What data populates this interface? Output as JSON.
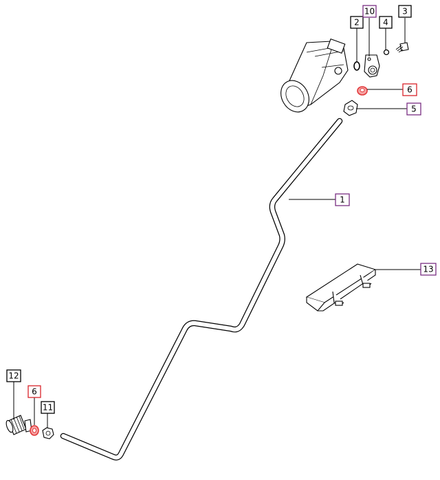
{
  "colors": {
    "label_border_black": "#000000",
    "label_border_purple": "#7a2e83",
    "label_border_red": "#d9222a",
    "highlight_red": "#e2393b"
  },
  "labels": {
    "part_1": "1",
    "part_2": "2",
    "part_3": "3",
    "part_4": "4",
    "part_5": "5",
    "part_6_top": "6",
    "part_6_bottom": "6",
    "part_10": "10",
    "part_11": "11",
    "part_12": "12",
    "part_13": "13"
  }
}
